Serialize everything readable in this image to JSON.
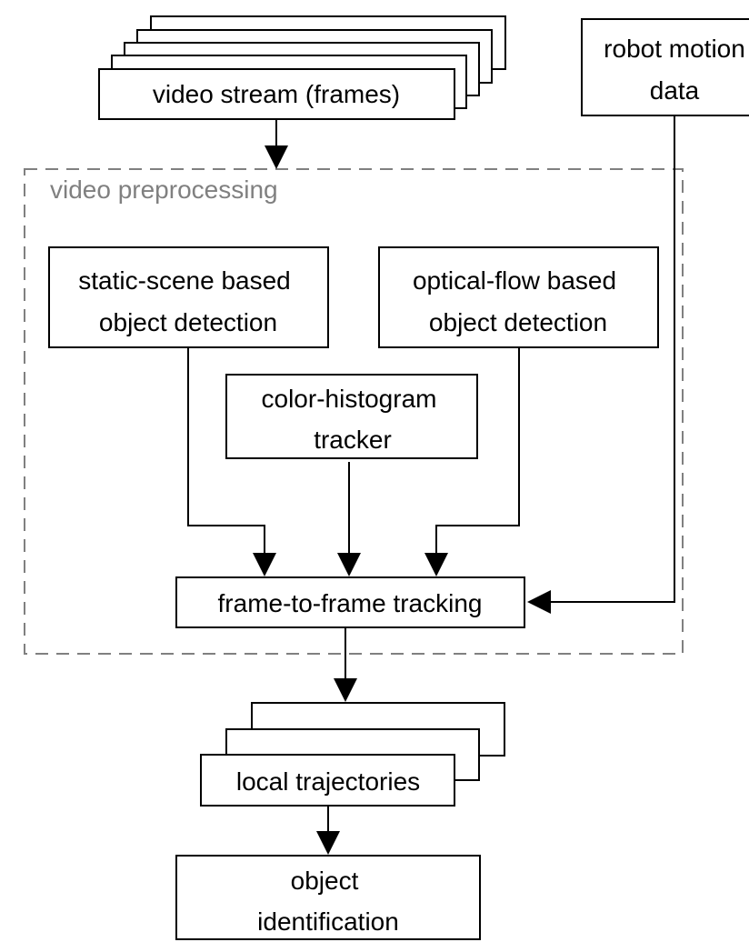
{
  "group": {
    "label": "video preprocessing",
    "color": "#808080"
  },
  "nodes": {
    "video_stream": [
      "video stream (frames)"
    ],
    "robot_motion": [
      "robot motion",
      "data"
    ],
    "static_scene": [
      "static-scene based",
      "object detection"
    ],
    "optical_flow": [
      "optical-flow based",
      "object detection"
    ],
    "color_histogram": [
      "color-histogram",
      "tracker"
    ],
    "frame_tracking": [
      "frame-to-frame tracking"
    ],
    "local_trajectories": [
      "local trajectories"
    ],
    "object_identification": [
      "object",
      "identification"
    ]
  }
}
